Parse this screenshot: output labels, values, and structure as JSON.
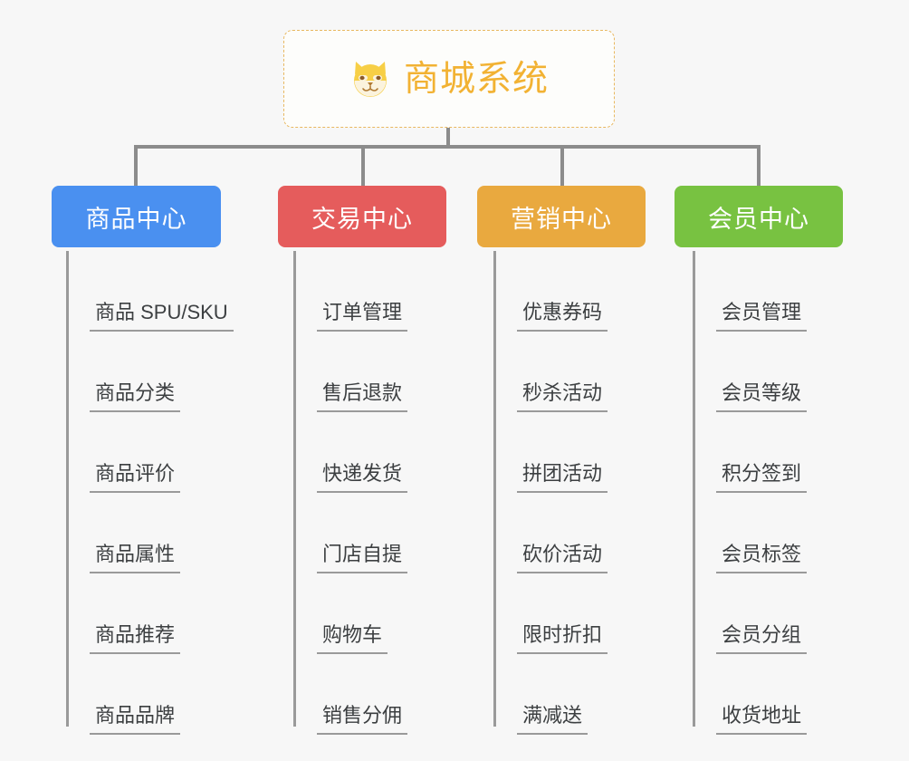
{
  "diagram": {
    "background_color": "#f7f7f7",
    "root": {
      "title": "商城系统",
      "icon": "shiba-dog-face-icon",
      "border_color": "#e8b860",
      "text_color": "#f2b233"
    },
    "connector_color": "#8c8c8c",
    "columns": [
      {
        "title": "商品中心",
        "color": "#4a90f0",
        "items": [
          "商品 SPU/SKU",
          "商品分类",
          "商品评价",
          "商品属性",
          "商品推荐",
          "商品品牌"
        ]
      },
      {
        "title": "交易中心",
        "color": "#e55c5c",
        "items": [
          "订单管理",
          "售后退款",
          "快递发货",
          "门店自提",
          "购物车",
          "销售分佣"
        ]
      },
      {
        "title": "营销中心",
        "color": "#e9a93f",
        "items": [
          "优惠券码",
          "秒杀活动",
          "拼团活动",
          "砍价活动",
          "限时折扣",
          "满减送"
        ]
      },
      {
        "title": "会员中心",
        "color": "#78c241",
        "items": [
          "会员管理",
          "会员等级",
          "积分签到",
          "会员标签",
          "会员分组",
          "收货地址"
        ]
      }
    ]
  }
}
